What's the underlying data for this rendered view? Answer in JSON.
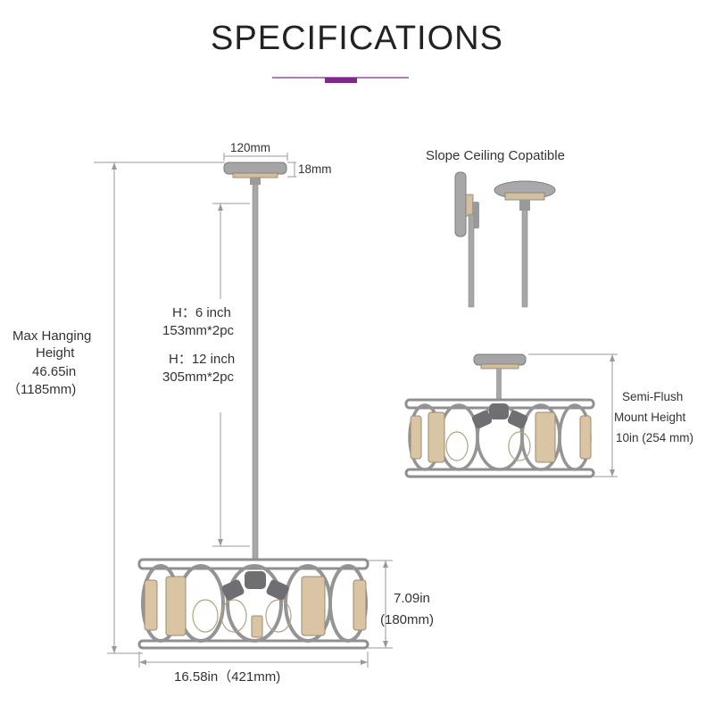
{
  "header": {
    "title": "SPECIFICATIONS",
    "accent_color": "#7d2a8c",
    "accent_light": "#a35bb0"
  },
  "dimensions": {
    "canopy_width": "120mm",
    "canopy_height": "18mm",
    "rod_short_line1": "H：6 inch",
    "rod_short_line2": "153mm*2pc",
    "rod_long_line1": "H：12 inch",
    "rod_long_line2": "305mm*2pc",
    "max_hanging_line1": "Max Hanging",
    "max_hanging_line2": "Height",
    "max_hanging_line3": "46.65in",
    "max_hanging_line4": "（1185mm)",
    "shade_height_line1": "7.09in",
    "shade_height_line2": "(180mm)",
    "shade_width": "16.58in（421mm)"
  },
  "slope_ceiling": {
    "caption": "Slope Ceiling Copatible"
  },
  "semi_flush": {
    "line1": "Semi-Flush",
    "line2": "Mount Height",
    "line3": "10in (254 mm)"
  },
  "colors": {
    "metal": "#a9a9ab",
    "metal_dark": "#7f7f82",
    "wood": "#d8c4a6",
    "dim_line": "#9a9a9a"
  }
}
